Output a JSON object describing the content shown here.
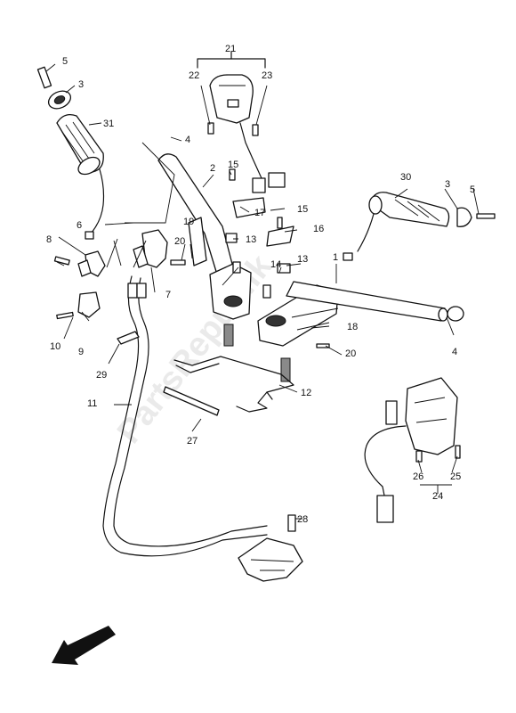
{
  "diagram": {
    "watermark": "PartsRepublik",
    "callouts": {
      "c1": "1",
      "c2": "2",
      "c3a": "3",
      "c3b": "3",
      "c4a": "4",
      "c4b": "4",
      "c5a": "5",
      "c5b": "5",
      "c6": "6",
      "c7": "7",
      "c8": "8",
      "c9": "9",
      "c10": "10",
      "c11": "11",
      "c12": "12",
      "c13a": "13",
      "c13b": "13",
      "c14": "14",
      "c15a": "15",
      "c15b": "15",
      "c16": "16",
      "c17": "17",
      "c18": "18",
      "c19": "19",
      "c20a": "20",
      "c20b": "20",
      "c21": "21",
      "c22": "22",
      "c23": "23",
      "c24": "24",
      "c25": "25",
      "c26": "26",
      "c27": "27",
      "c28": "28",
      "c29": "29",
      "c30": "30",
      "c31": "31"
    },
    "icons": [
      "direction-arrow-icon"
    ]
  }
}
